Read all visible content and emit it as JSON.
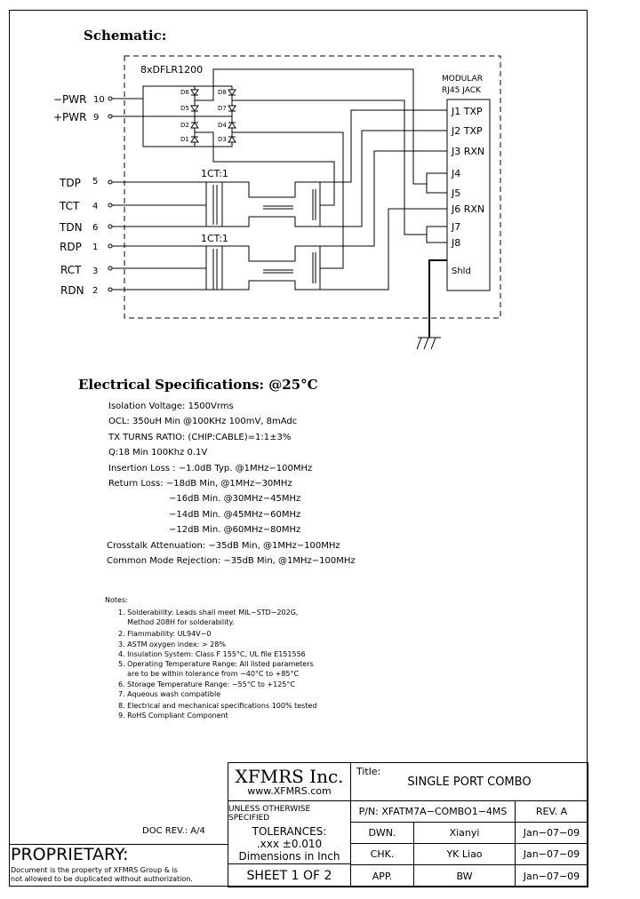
{
  "schematic": {
    "heading": "Schematic:",
    "diode_array": "8xDFLR1200",
    "diodes": [
      "D6",
      "D5",
      "D2",
      "D1",
      "D8",
      "D7",
      "D4",
      "D3"
    ],
    "jack_title": [
      "MODULAR",
      "RJ45  JACK"
    ],
    "transformer_ratio": "1CT:1",
    "pins": [
      {
        "name": "−PWR",
        "num": "10"
      },
      {
        "name": "+PWR",
        "num": "9"
      },
      {
        "name": "TDP",
        "num": "5"
      },
      {
        "name": "TCT",
        "num": "4"
      },
      {
        "name": "TDN",
        "num": "6"
      },
      {
        "name": "RDP",
        "num": "1"
      },
      {
        "name": "RCT",
        "num": "3"
      },
      {
        "name": "RDN",
        "num": "2"
      }
    ],
    "jack_pins": [
      "J1 TXP",
      "J2 TXP",
      "J3 RXN",
      "J4",
      "J5",
      "J6 RXN",
      "J7",
      "J8",
      "Shld"
    ]
  },
  "specs": {
    "heading": "Electrical  Specifications:  @25°C",
    "lines": [
      "Isolation Voltage:   1500Vrms",
      "OCL: 350uH Min @100KHz 100mV, 8mAdc",
      "TX TURNS RATIO: (CHIP:CABLE)=1:1±3%",
      "Q:18 Min 100Khz 0.1V",
      "Insertion Loss : −1.0dB Typ. @1MHz−100MHz",
      "Return Loss: −18dB Min, @1MHz−30MHz",
      "−16dB Min. @30MHz−45MHz",
      "−14dB Min. @45MHz−60MHz",
      "−12dB Min. @60MHz−80MHz",
      "Crosstalk Attenuation: −35dB Min, @1MHz−100MHz",
      "Common Mode Rejection: −35dB Min, @1MHz−100MHz"
    ]
  },
  "notes": {
    "heading": "Notes:",
    "items": [
      "1. Solderability: Leads shall meet MIL−STD−202G,",
      "    Method 208H for solderability.",
      "2. Flammability: UL94V−0",
      "3. ASTM oxygen index: > 28%",
      "4. Insulation System: Class F 155°C, UL file E151556",
      "5. Operating Temperature Range: All listed parameters",
      "    are to be within tolerance from −40°C to +85°C",
      "6. Storage Temperature Range: −55°C to +125°C",
      "7. Aqueous wash compatible",
      "8. Electrical and mechanical specifications 100% tested",
      "9. RoHS Compliant Component"
    ]
  },
  "title_block": {
    "doc_rev": "DOC REV.: A/4",
    "proprietary": "PROPRIETARY:",
    "proprietary_text": [
      "Document is the property of XFMRS Group & is",
      "not allowed to be duplicated without authorization."
    ],
    "company": "XFMRS Inc.",
    "website": "www.XFMRS.com",
    "title_label": "Title:",
    "title": "SINGLE  PORT  COMBO",
    "unless": "UNLESS OTHERWISE SPECIFIED",
    "tolerances": "TOLERANCES:",
    "tolerance_value": ".xxx  ±0.010",
    "dimensions": "Dimensions  in  Inch",
    "sheet": "SHEET  1  OF  2",
    "pn": "P/N:  XFATM7A−COMBO1−4MS",
    "rev": "REV.  A",
    "rows": [
      {
        "role": "DWN.",
        "name": "Xianyi",
        "date": "Jan−07−09"
      },
      {
        "role": "CHK.",
        "name": "YK  Liao",
        "date": "Jan−07−09"
      },
      {
        "role": "APP.",
        "name": "BW",
        "date": "Jan−07−09"
      }
    ]
  }
}
